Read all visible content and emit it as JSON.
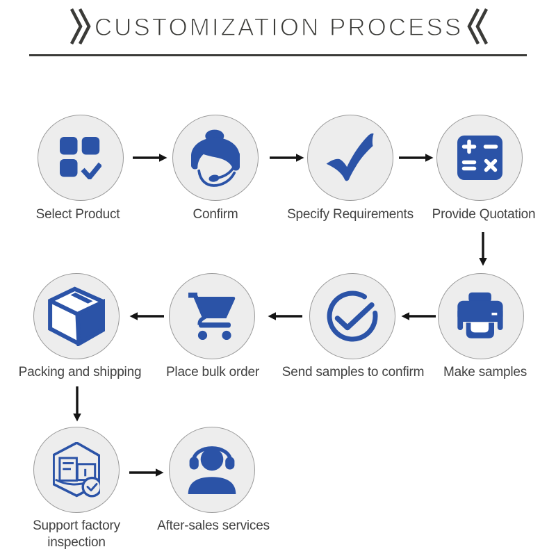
{
  "title": {
    "text": "CUSTOMIZATION PROCESS",
    "left_mark": "double-angle-right",
    "right_mark": "double-angle-left"
  },
  "steps": [
    {
      "label": "Select Product",
      "icon": "product-grid-check"
    },
    {
      "label": "Confirm",
      "icon": "support-agent"
    },
    {
      "label": "Specify Requirements",
      "icon": "bold-check"
    },
    {
      "label": "Provide Quotation",
      "icon": "calculator"
    },
    {
      "label": "Make samples",
      "icon": "printer"
    },
    {
      "label": "Send samples to confirm",
      "icon": "check-circle"
    },
    {
      "label": "Place bulk order",
      "icon": "shopping-cart"
    },
    {
      "label": "Packing and shipping",
      "icon": "package-box"
    },
    {
      "label": "Support factory inspection",
      "icon": "factory-inspection"
    },
    {
      "label": "After-sales services",
      "icon": "headset-person"
    }
  ],
  "colors": {
    "accent_blue": "#2b53a7",
    "circle_fill": "#ededed",
    "circle_edge": "#9a9a9a",
    "label_text": "#414141",
    "title_text": "#3b3b38",
    "arrow_black": "#141414",
    "background": "#ffffff"
  }
}
